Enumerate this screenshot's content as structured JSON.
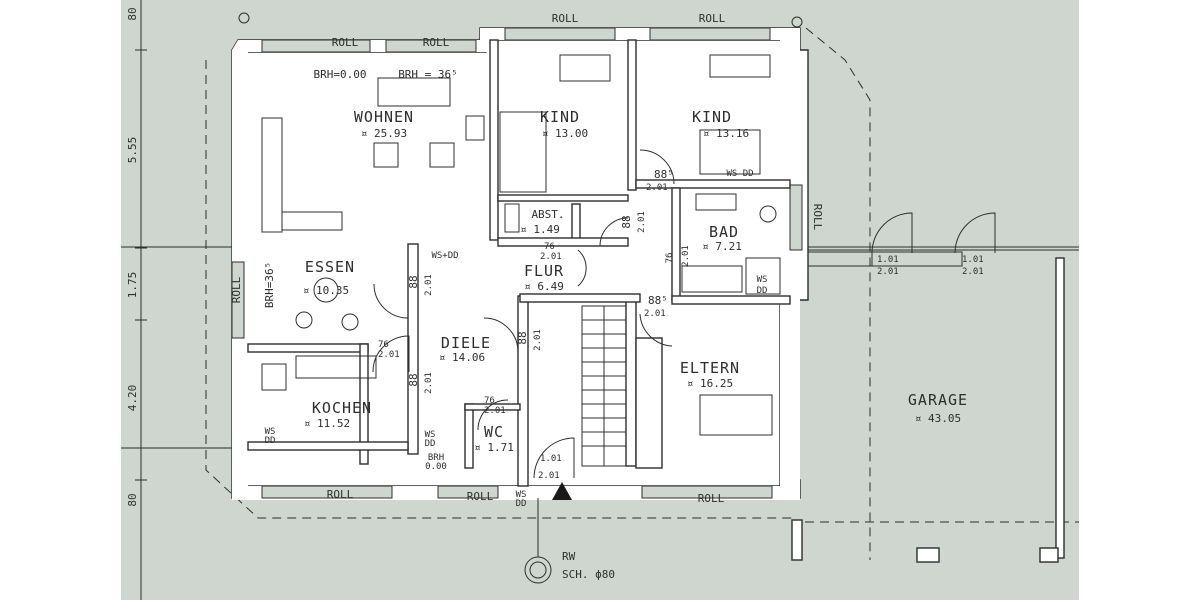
{
  "plan": {
    "dimensions": [
      "80",
      "5.55",
      "1.75",
      "4.20",
      "80"
    ],
    "rooms": {
      "wohnen": {
        "name": "WOHNEN",
        "area": "¤ 25.93"
      },
      "kind1": {
        "name": "KIND",
        "area": "¤ 13.00"
      },
      "kind2": {
        "name": "KIND",
        "area": "¤ 13.16"
      },
      "abst": {
        "name": "ABST.",
        "area": "¤ 1.49"
      },
      "bad": {
        "name": "BAD",
        "area": "¤ 7.21"
      },
      "flur": {
        "name": "FLUR",
        "area": "¤ 6.49"
      },
      "essen": {
        "name": "ESSEN",
        "area": "¤ 10.35"
      },
      "diele": {
        "name": "DIELE",
        "area": "¤ 14.06"
      },
      "eltern": {
        "name": "ELTERN",
        "area": "¤ 16.25"
      },
      "kochen": {
        "name": "KOCHEN",
        "area": "¤ 11.52"
      },
      "wc": {
        "name": "WC",
        "area": "¤ 1.71"
      },
      "garage": {
        "name": "GARAGE",
        "area": "¤ 43.05"
      }
    },
    "shutter": "ROLL",
    "brh_top_left": "BRH=0.00",
    "brh_top_right": "BRH = 36⁵",
    "brh_side": "BRH=36⁵",
    "brh_bottom": "BRH",
    "brh_bottom_val": "0.00",
    "ws_dd": "WS+DD",
    "ws_dd_top": "WS DD",
    "ws": "WS",
    "dd": "DD",
    "door_88": "88",
    "door_88_5": "88⁵",
    "door_76": "76",
    "door_101": "1.01",
    "door_201": "2.01",
    "rw": "RW",
    "sch": "SCH. ϕ80"
  }
}
